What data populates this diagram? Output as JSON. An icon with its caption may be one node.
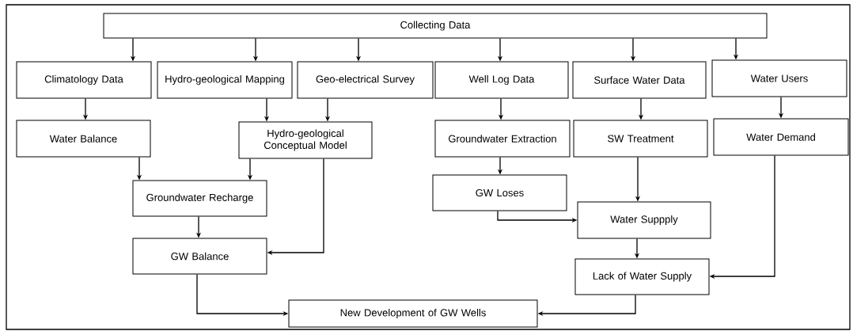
{
  "diagram": {
    "nodes": [
      {
        "text": [
          "Collecting Data"
        ]
      },
      {
        "text": [
          "Climatology Data"
        ]
      },
      {
        "text": [
          "Hydro-geological Mapping"
        ]
      },
      {
        "text": [
          "Geo-electrical Survey"
        ]
      },
      {
        "text": [
          "Well Log Data"
        ]
      },
      {
        "text": [
          "Surface Water Data"
        ]
      },
      {
        "text": [
          "Water Users"
        ]
      },
      {
        "text": [
          "Water Balance"
        ]
      },
      {
        "text": [
          "Hydro-geological Conceptual Model"
        ]
      },
      {
        "text": [
          "Groundwater Extraction"
        ]
      },
      {
        "text": [
          "SW Treatment"
        ]
      },
      {
        "text": [
          "Water Demand"
        ]
      },
      {
        "text": [
          "Groundwater Recharge"
        ]
      },
      {
        "text": [
          "GW Loses"
        ]
      },
      {
        "text": [
          "Water Suppply"
        ]
      },
      {
        "text": [
          "GW Balance"
        ]
      },
      {
        "text": [
          "Lack of Water Supply"
        ]
      },
      {
        "text": [
          "New Development of GW Wells"
        ]
      }
    ],
    "edges": [
      {
        "from": 0,
        "to": 1,
        "arrow": "to"
      },
      {
        "from": 0,
        "to": 2,
        "arrow": "to"
      },
      {
        "from": 0,
        "to": 3,
        "arrow": "to"
      },
      {
        "from": 0,
        "to": 4,
        "arrow": "to"
      },
      {
        "from": 0,
        "to": 5,
        "arrow": "to"
      },
      {
        "from": 0,
        "to": 6,
        "arrow": "to"
      },
      {
        "from": 1,
        "to": 7,
        "arrow": "to"
      },
      {
        "from": 2,
        "to": 8,
        "arrow": "to"
      },
      {
        "from": 3,
        "to": 8,
        "arrow": "to"
      },
      {
        "from": 4,
        "to": 9,
        "arrow": "to"
      },
      {
        "from": 5,
        "to": 10,
        "arrow": "to"
      },
      {
        "from": 6,
        "to": 11,
        "arrow": "to"
      },
      {
        "from": 7,
        "to": 12,
        "arrow": "to"
      },
      {
        "from": 8,
        "to": 12,
        "arrow": "to"
      },
      {
        "from": 12,
        "to": 15,
        "arrow": "to"
      },
      {
        "from": 8,
        "to": 15,
        "arrow": "to"
      },
      {
        "from": 9,
        "to": 13,
        "arrow": "to"
      },
      {
        "from": 10,
        "to": 14,
        "arrow": "to"
      },
      {
        "from": 13,
        "to": 14,
        "arrow": "to"
      },
      {
        "from": 14,
        "to": 16,
        "arrow": "to"
      },
      {
        "from": 11,
        "to": 16,
        "arrow": "to"
      },
      {
        "from": 15,
        "to": 17,
        "arrow": "to"
      },
      {
        "from": 16,
        "to": 17,
        "arrow": "to"
      }
    ]
  }
}
